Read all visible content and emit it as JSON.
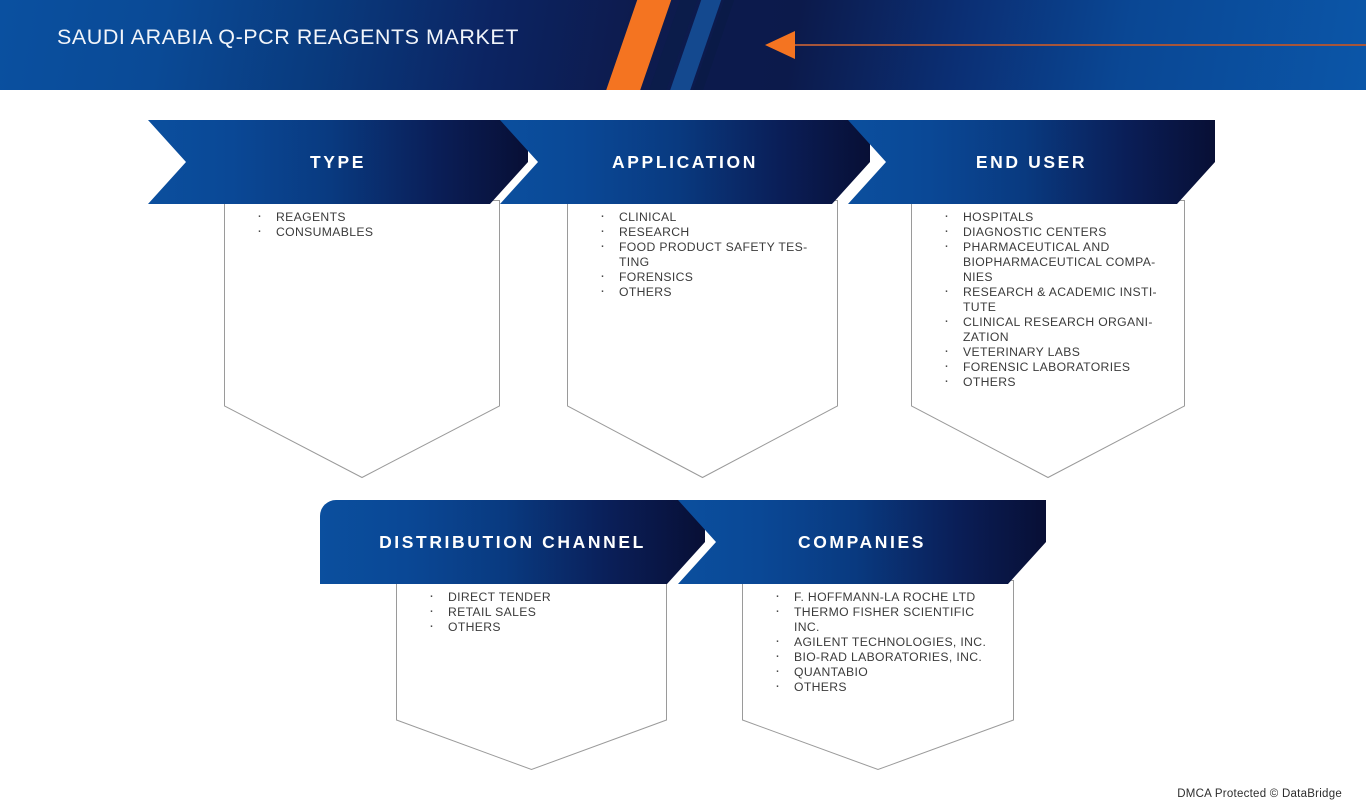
{
  "header": {
    "title": "SAUDI ARABIA Q-PCR REAGENTS MARKET",
    "accent_orange": "#F47421",
    "brand_blue": "#0b4f9e",
    "navy": "#0d1b4e",
    "arrow_icon": "left-triangle-arrow-icon"
  },
  "segments": [
    {
      "id": "type",
      "label": "TYPE",
      "items": [
        "REAGENTS",
        "CONSUMABLES"
      ]
    },
    {
      "id": "application",
      "label": "APPLICATION",
      "items": [
        "CLINICAL",
        "RESEARCH",
        "FOOD PRODUCT SAFETY TES-\nTING",
        "FORENSICS",
        "OTHERS"
      ]
    },
    {
      "id": "end-user",
      "label": "END USER",
      "items": [
        "HOSPITALS",
        "DIAGNOSTIC CENTERS",
        "PHARMACEUTICAL AND\nBIOPHARMACEUTICAL COMPA-\nNIES",
        "RESEARCH & ACADEMIC INSTI-\nTUTE",
        "CLINICAL RESEARCH ORGANI-\nZATION",
        "VETERINARY LABS",
        "FORENSIC LABORATORIES",
        "OTHERS"
      ]
    },
    {
      "id": "distribution-channel",
      "label": "DISTRIBUTION CHANNEL",
      "items": [
        "DIRECT TENDER",
        "RETAIL SALES",
        "OTHERS"
      ]
    },
    {
      "id": "companies",
      "label": "COMPANIES",
      "items": [
        "F. HOFFMANN-LA ROCHE LTD",
        "THERMO FISHER SCIENTIFIC\nINC.",
        "AGILENT TECHNOLOGIES, INC.",
        "BIO-RAD LABORATORIES, INC.",
        "QUANTABIO",
        "OTHERS"
      ]
    }
  ],
  "footer": {
    "text": "DMCA Protected © DataBridge"
  }
}
